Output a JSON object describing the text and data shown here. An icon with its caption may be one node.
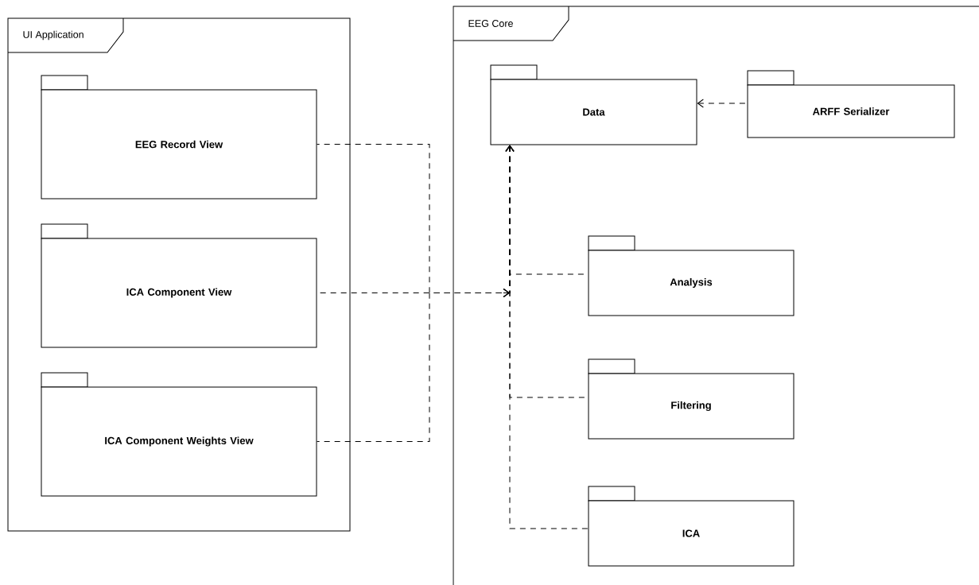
{
  "diagram": {
    "nodes": [
      {
        "text": [
          "UI Application"
        ]
      },
      {
        "text": [
          "EEG Record View"
        ],
        "in": 0
      },
      {
        "text": [
          "ICA Component View"
        ],
        "in": 0
      },
      {
        "text": [
          "ICA Component Weights View"
        ],
        "in": 0
      },
      {
        "text": [
          "EEG Core"
        ]
      },
      {
        "text": [
          "Data"
        ],
        "in": 4
      },
      {
        "text": [
          "ARFF Serializer"
        ],
        "in": 4
      },
      {
        "text": [
          "Analysis"
        ],
        "in": 4
      },
      {
        "text": [
          "Filtering"
        ],
        "in": 4
      },
      {
        "text": [
          "ICA"
        ],
        "in": 4
      }
    ],
    "edges": [
      {
        "from": 6,
        "to": 5,
        "arrow": "to",
        "style": "dashed"
      },
      {
        "from": 1,
        "to": 5,
        "arrow": "to",
        "style": "dashed"
      },
      {
        "from": 2,
        "to": 5,
        "arrow": "to",
        "style": "dashed"
      },
      {
        "from": 3,
        "to": 5,
        "arrow": "to",
        "style": "dashed"
      },
      {
        "from": 7,
        "to": 5,
        "arrow": "to",
        "style": "dashed"
      },
      {
        "from": 8,
        "to": 5,
        "arrow": "to",
        "style": "dashed"
      },
      {
        "from": 9,
        "to": 5,
        "arrow": "to",
        "style": "dashed"
      }
    ]
  }
}
